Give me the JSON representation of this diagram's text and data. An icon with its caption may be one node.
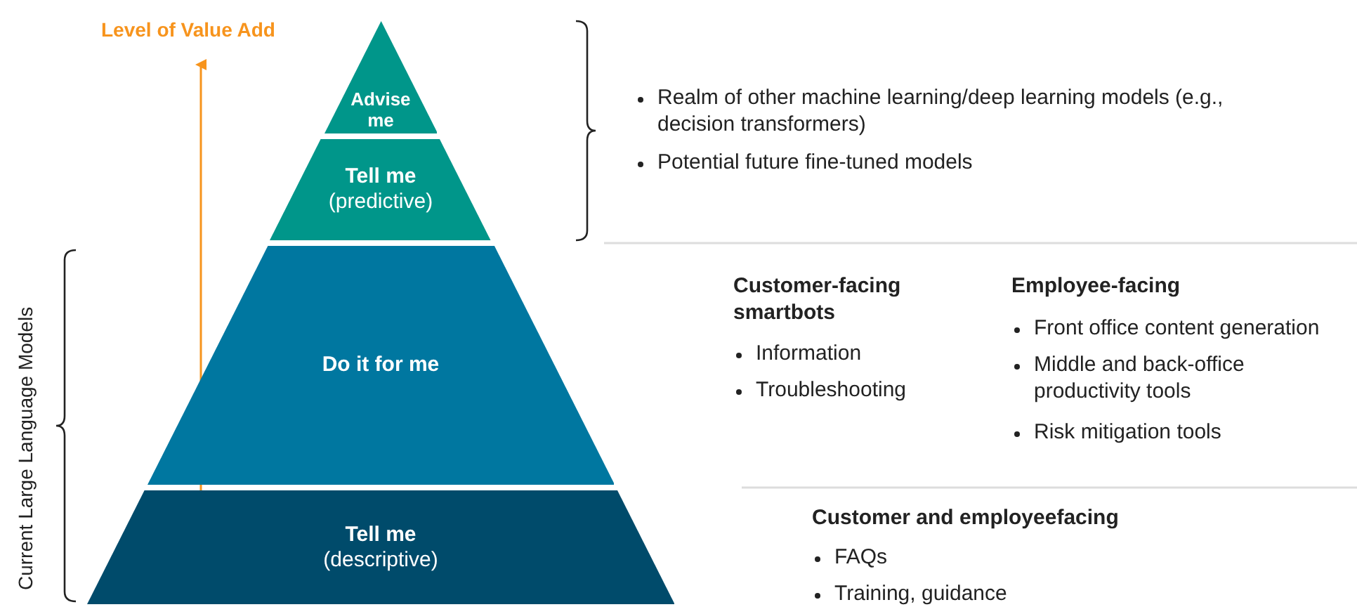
{
  "diagram": {
    "nodes": [
      {
        "text": [
          "Advise me"
        ]
      },
      {
        "text": [
          "Tell me",
          "(predictive)"
        ]
      },
      {
        "text": [
          "Do it for me"
        ]
      },
      {
        "text": [
          "Tell me",
          "(descriptive)"
        ]
      }
    ],
    "labels": [
      "Level of Value Add",
      "Current Large Language Models",
      "Realm of other machine learning/deep learning models (e.g., decision transformers)",
      "Potential future fine-tuned models",
      "Customer-facing smartbots",
      "Information",
      "Troubleshooting",
      "Employee-facing",
      "Front office content generation",
      "Middle and back-office productivity tools",
      "Risk mitigation tools",
      "Customer and employeefacing",
      "FAQs",
      "Training, guidance"
    ]
  }
}
